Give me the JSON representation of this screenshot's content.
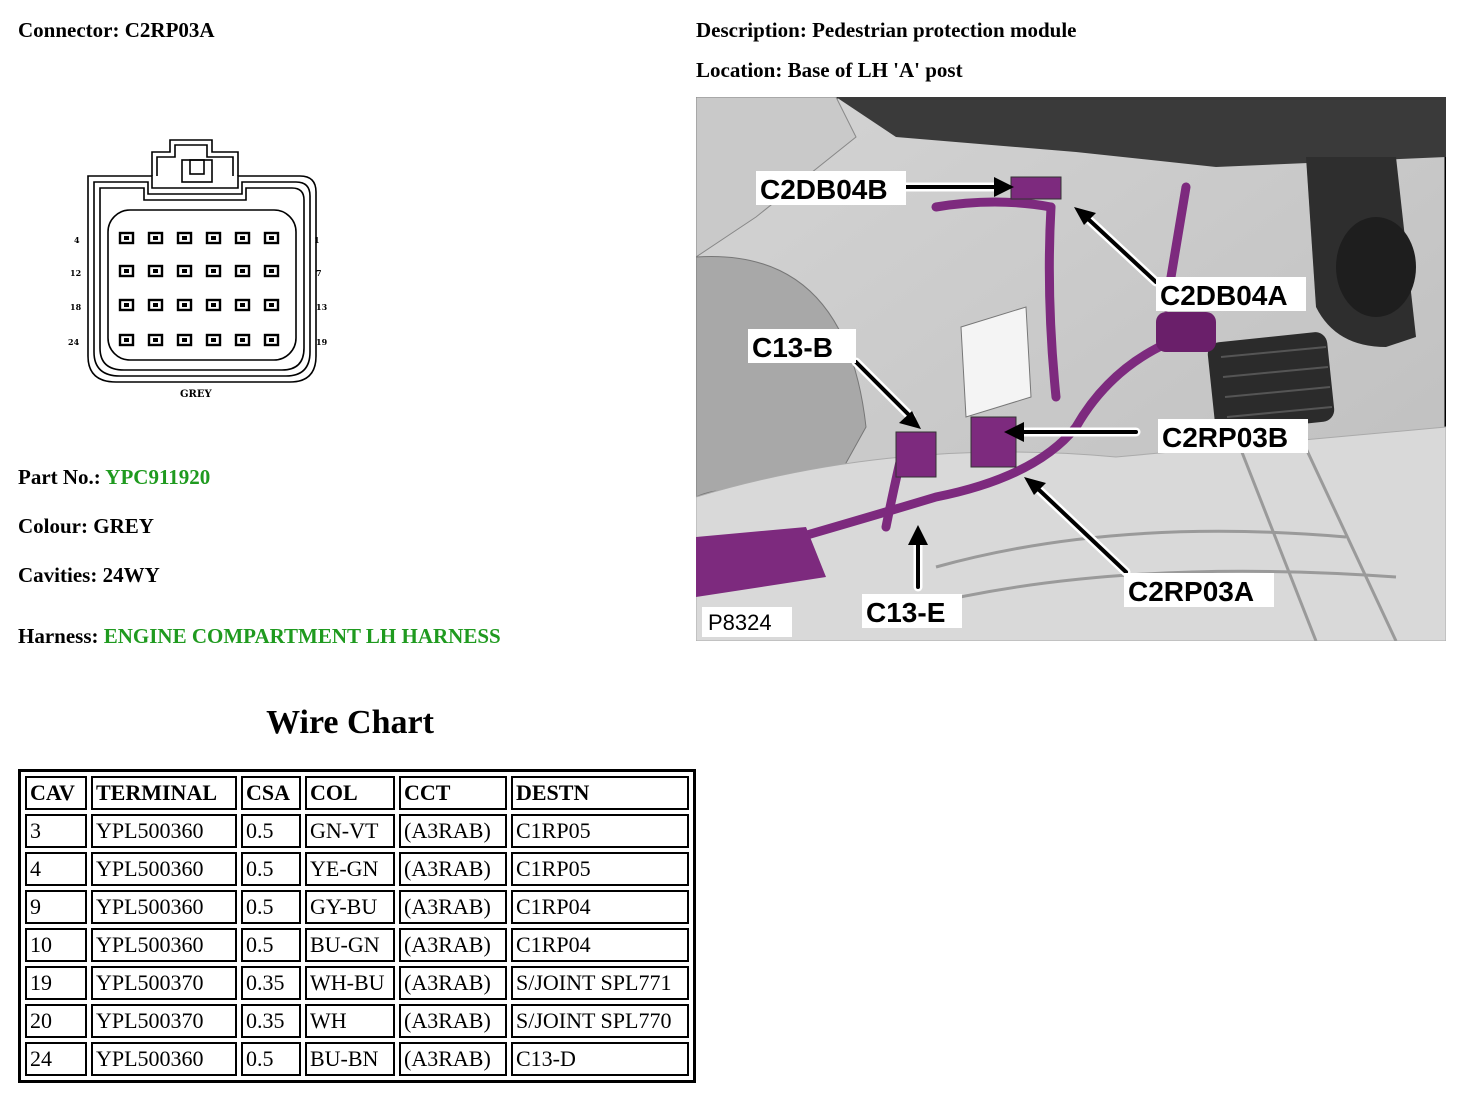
{
  "header": {
    "connector_label": "Connector:",
    "connector_value": "C2RP03A",
    "description_label": "Description:",
    "description_value": "Pedestrian protection module",
    "location_label": "Location:",
    "location_value": "Base of LH 'A' post"
  },
  "connector_drawing": {
    "pin_labels": [
      "4",
      "1",
      "12",
      "7",
      "18",
      "13",
      "24",
      "19"
    ],
    "colour_caption": "GREY"
  },
  "details": {
    "part_label": "Part No.:",
    "part_value": "YPC911920",
    "colour_label": "Colour:",
    "colour_value": "GREY",
    "cavities_label": "Cavities:",
    "cavities_value": "24WY",
    "harness_label": "Harness:",
    "harness_value": "ENGINE COMPARTMENT LH HARNESS"
  },
  "photo": {
    "callouts": [
      "C2DB04B",
      "C2DB04A",
      "C13-B",
      "C2RP03B",
      "C2RP03A",
      "C13-E"
    ],
    "figure_id": "P8324"
  },
  "wire_chart": {
    "title": "Wire Chart",
    "columns": [
      "CAV",
      "TERMINAL",
      "CSA",
      "COL",
      "CCT",
      "DESTN"
    ],
    "rows": [
      [
        "3",
        "YPL500360",
        "0.5",
        "GN-VT",
        "(A3RAB)",
        "C1RP05"
      ],
      [
        "4",
        "YPL500360",
        "0.5",
        "YE-GN",
        "(A3RAB)",
        "C1RP05"
      ],
      [
        "9",
        "YPL500360",
        "0.5",
        "GY-BU",
        "(A3RAB)",
        "C1RP04"
      ],
      [
        "10",
        "YPL500360",
        "0.5",
        "BU-GN",
        "(A3RAB)",
        "C1RP04"
      ],
      [
        "19",
        "YPL500370",
        "0.35",
        "WH-BU",
        "(A3RAB)",
        "S/JOINT SPL771"
      ],
      [
        "20",
        "YPL500370",
        "0.35",
        "WH",
        "(A3RAB)",
        "S/JOINT SPL770"
      ],
      [
        "24",
        "YPL500360",
        "0.5",
        "BU-BN",
        "(A3RAB)",
        "C13-D"
      ]
    ]
  },
  "colors": {
    "accent_green": "#1f9a1f",
    "harness_purple": "#7d2a7e"
  }
}
